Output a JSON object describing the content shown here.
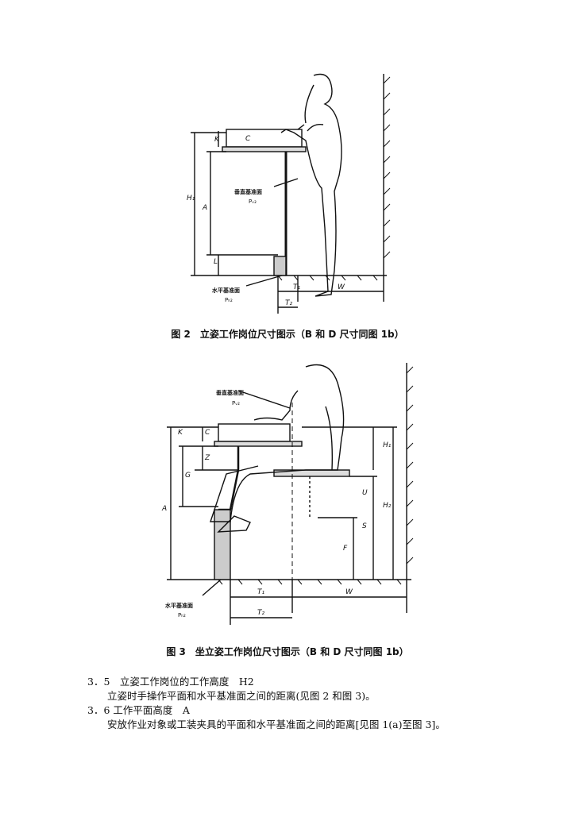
{
  "figure2": {
    "caption": "图 2　立姿工作岗位尺寸图示（B 和 D 尺寸同图 1b）",
    "labels": {
      "H": "H₁",
      "A": "A",
      "K": "K",
      "C": "C",
      "L": "L",
      "vertical_plane": "垂直基准面",
      "vertical_code": "Pᵥ₂",
      "horizontal_plane": "水平基准面",
      "horizontal_code": "Pₕ₂",
      "T1": "T₁",
      "T2": "T₂",
      "W": "W"
    }
  },
  "figure3": {
    "caption": "图 3　坐立姿工作岗位尺寸图示（B 和 D 尺寸同图 1b）",
    "labels": {
      "vertical_plane": "垂直基准面",
      "vertical_code": "Pᵥ₂",
      "horizontal_plane": "水平基准面",
      "horizontal_code": "Pₕ₂",
      "K": "K",
      "C": "C",
      "Z": "Z",
      "G": "G",
      "A": "A",
      "H1": "H₁",
      "H2": "H₂",
      "U": "U",
      "S": "S",
      "F": "F",
      "T1": "T₁",
      "T2": "T₂",
      "W": "W"
    }
  },
  "text": {
    "s35_title": "3．5　立姿工作岗位的工作高度　H2",
    "s35_body": "立姿时手操作平面和水平基准面之间的距离(见图 2 和图 3)。",
    "s36_title": "3．6 工作平面高度　A",
    "s36_body": "安放作业对象或工装夹具的平面和水平基准面之间的距离[见图 1(a)至图 3]。"
  }
}
